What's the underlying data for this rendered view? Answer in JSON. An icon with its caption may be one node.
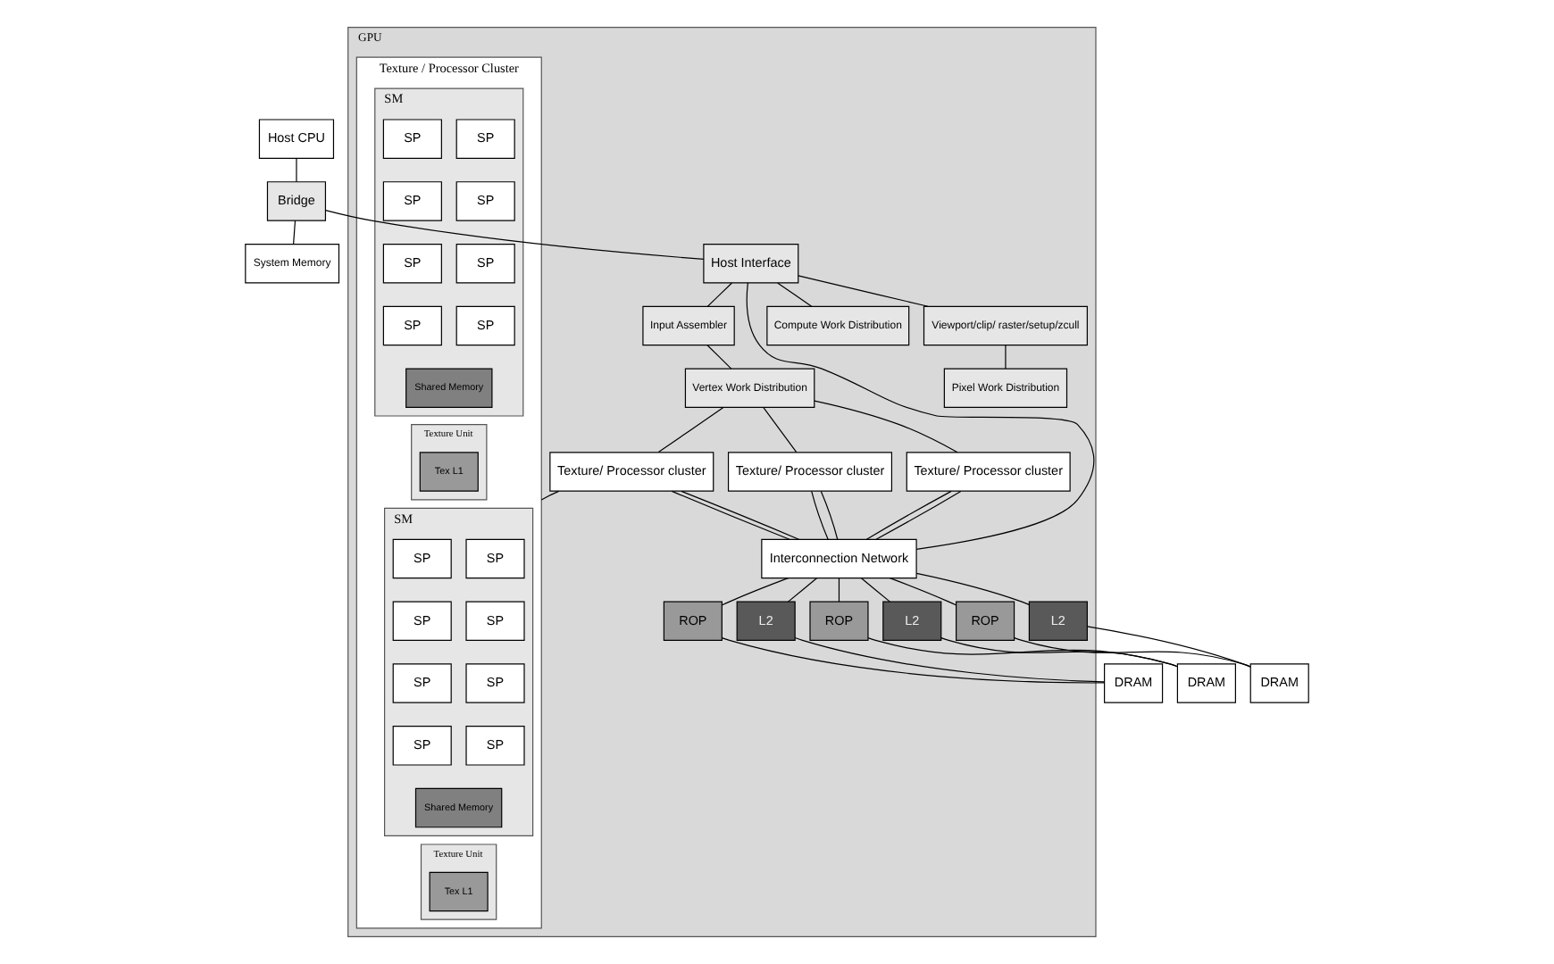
{
  "diagram": {
    "nodes": [
      {
        "text": [
          "Host CPU"
        ]
      },
      {
        "text": [
          "Bridge"
        ]
      },
      {
        "text": [
          "System Memory"
        ]
      },
      {
        "text": [
          "GPU"
        ]
      },
      {
        "text": [
          "Host Interface"
        ],
        "in": 3
      },
      {
        "text": [
          "Input Assembler"
        ],
        "in": 3
      },
      {
        "text": [
          "Viewport/clip/ raster/setup/zcull"
        ],
        "in": 3
      },
      {
        "text": [
          "Vertex Work Distribution"
        ],
        "in": 3
      },
      {
        "text": [
          "Pixel Work Distribution"
        ],
        "in": 3
      },
      {
        "text": [
          "Compute Work Distribution"
        ],
        "in": 3
      },
      {
        "text": [
          "Texture / Processor Cluster"
        ],
        "in": 3
      },
      {
        "text": [
          "SM"
        ],
        "in": 10
      },
      {
        "text": [
          "SP"
        ],
        "in": 11
      },
      {
        "text": [
          "SP"
        ],
        "in": 11
      },
      {
        "text": [
          "SP"
        ],
        "in": 11
      },
      {
        "text": [
          "SP"
        ],
        "in": 11
      },
      {
        "text": [
          "SP"
        ],
        "in": 11
      },
      {
        "text": [
          "SP"
        ],
        "in": 11
      },
      {
        "text": [
          "SP"
        ],
        "in": 11
      },
      {
        "text": [
          "SP"
        ],
        "in": 11
      },
      {
        "text": [
          "Shared Memory"
        ],
        "in": 11
      },
      {
        "text": [
          "SM"
        ],
        "in": 10
      },
      {
        "text": [
          "SP"
        ],
        "in": 21
      },
      {
        "text": [
          "SP"
        ],
        "in": 21
      },
      {
        "text": [
          "SP"
        ],
        "in": 21
      },
      {
        "text": [
          "SP"
        ],
        "in": 21
      },
      {
        "text": [
          "SP"
        ],
        "in": 21
      },
      {
        "text": [
          "SP"
        ],
        "in": 21
      },
      {
        "text": [
          "SP"
        ],
        "in": 21
      },
      {
        "text": [
          "SP"
        ],
        "in": 21
      },
      {
        "text": [
          "Shared Memory"
        ],
        "in": 21
      },
      {
        "text": [
          "Texture Unit"
        ],
        "in": 10
      },
      {
        "text": [
          "Tex L1"
        ],
        "in": 31
      },
      {
        "text": [
          "Texture Unit"
        ],
        "in": 10
      },
      {
        "text": [
          "Tex L1"
        ],
        "in": 33
      },
      {
        "text": [
          "Texture/ Processor cluster"
        ],
        "in": 3
      },
      {
        "text": [
          "Texture/ Processor cluster"
        ],
        "in": 3
      },
      {
        "text": [
          "Texture/ Processor cluster"
        ],
        "in": 3
      },
      {
        "text": [
          "Interconnection Network"
        ],
        "in": 3
      },
      {
        "text": [
          "ROP"
        ],
        "in": 3
      },
      {
        "text": [
          "L2"
        ],
        "in": 3
      },
      {
        "text": [
          "ROP"
        ],
        "in": 3
      },
      {
        "text": [
          "L2"
        ],
        "in": 3
      },
      {
        "text": [
          "ROP"
        ],
        "in": 3
      },
      {
        "text": [
          "L2"
        ],
        "in": 3
      },
      {
        "text": [
          "DRAM"
        ]
      },
      {
        "text": [
          "DRAM"
        ]
      },
      {
        "text": [
          "DRAM"
        ]
      }
    ],
    "edges": [
      {
        "from": 0,
        "to": 1,
        "arrow": "none"
      },
      {
        "from": 1,
        "to": 2,
        "arrow": "none"
      },
      {
        "from": 1,
        "to": 4,
        "arrow": "none"
      },
      {
        "from": 4,
        "to": 5,
        "arrow": "none"
      },
      {
        "from": 4,
        "to": 6,
        "arrow": "none"
      },
      {
        "from": 4,
        "to": 9,
        "arrow": "none"
      },
      {
        "from": 4,
        "to": 38,
        "arrow": "none"
      },
      {
        "from": 5,
        "to": 7,
        "arrow": "none"
      },
      {
        "from": 6,
        "to": 8,
        "arrow": "none"
      },
      {
        "from": 7,
        "to": 35,
        "arrow": "none"
      },
      {
        "from": 7,
        "to": 36,
        "arrow": "none"
      },
      {
        "from": 7,
        "to": 37,
        "arrow": "none"
      },
      {
        "from": 35,
        "to": 10,
        "arrow": "none"
      },
      {
        "from": 35,
        "to": 38,
        "arrow": "none"
      },
      {
        "from": 35,
        "to": 38,
        "arrow": "none"
      },
      {
        "from": 36,
        "to": 38,
        "arrow": "none"
      },
      {
        "from": 36,
        "to": 38,
        "arrow": "none"
      },
      {
        "from": 37,
        "to": 38,
        "arrow": "none"
      },
      {
        "from": 37,
        "to": 38,
        "arrow": "none"
      },
      {
        "from": 38,
        "to": 39,
        "arrow": "none"
      },
      {
        "from": 38,
        "to": 40,
        "arrow": "none"
      },
      {
        "from": 38,
        "to": 41,
        "arrow": "none"
      },
      {
        "from": 38,
        "to": 42,
        "arrow": "none"
      },
      {
        "from": 38,
        "to": 43,
        "arrow": "none"
      },
      {
        "from": 38,
        "to": 44,
        "arrow": "none"
      },
      {
        "from": 39,
        "to": 45,
        "arrow": "none"
      },
      {
        "from": 40,
        "to": 45,
        "arrow": "none"
      },
      {
        "from": 41,
        "to": 46,
        "arrow": "none"
      },
      {
        "from": 42,
        "to": 46,
        "arrow": "none"
      },
      {
        "from": 43,
        "to": 47,
        "arrow": "none"
      },
      {
        "from": 44,
        "to": 47,
        "arrow": "none"
      }
    ]
  }
}
